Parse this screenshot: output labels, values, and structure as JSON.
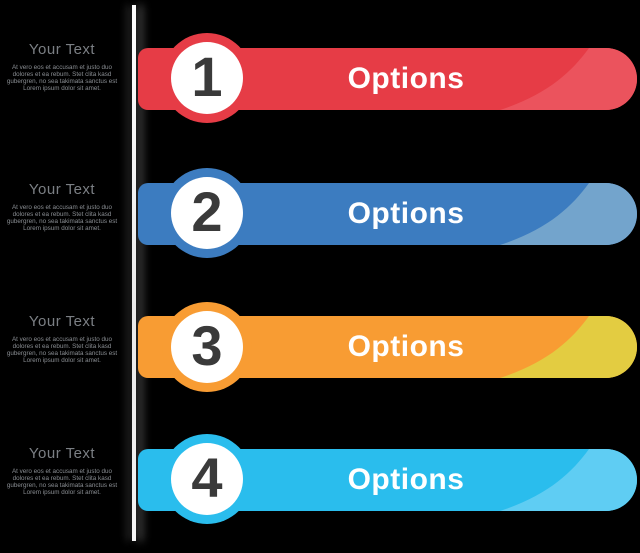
{
  "palette": {
    "background": "#000000",
    "divider_line": "#f0f0f0",
    "step_number_color": "#3a3a3a",
    "option_label_color": "#ffffff",
    "side_heading_color": "#7b7f84",
    "side_body_color": "#8a8e93"
  },
  "rows": [
    {
      "number": "1",
      "label": "Options",
      "bar_color": "#e63c46",
      "swoosh_color": "#eb535d",
      "side_heading": "Your Text",
      "side_body": "At vero eos et accusam et justo duo dolores et ea rebum. Stet clita kasd gubergren, no sea takimata sanctus est Lorem ipsum dolor sit amet."
    },
    {
      "number": "2",
      "label": "Options",
      "bar_color": "#3c7cc0",
      "swoosh_color": "#73a4cc",
      "side_heading": "Your Text",
      "side_body": "At vero eos et accusam et justo duo dolores et ea rebum. Stet clita kasd gubergren, no sea takimata sanctus est Lorem ipsum dolor sit amet."
    },
    {
      "number": "3",
      "label": "Options",
      "bar_color": "#f89c33",
      "swoosh_color": "#e3cc41",
      "side_heading": "Your Text",
      "side_body": "At vero eos et accusam et justo duo dolores et ea rebum. Stet clita kasd gubergren, no sea takimata sanctus est Lorem ipsum dolor sit amet."
    },
    {
      "number": "4",
      "label": "Options",
      "bar_color": "#2abded",
      "swoosh_color": "#5fcdf3",
      "side_heading": "Your Text",
      "side_body": "At vero eos et accusam et justo duo dolores et ea rebum. Stet clita kasd gubergren, no sea takimata sanctus est Lorem ipsum dolor sit amet."
    }
  ]
}
